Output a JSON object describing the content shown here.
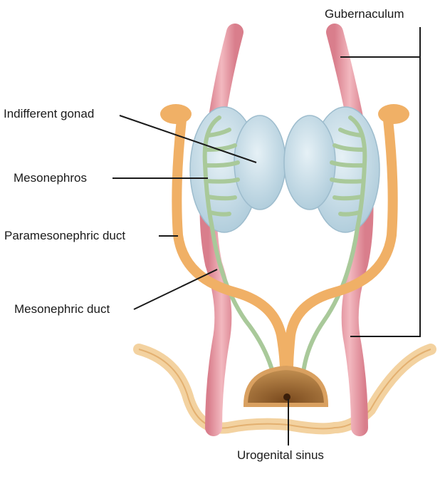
{
  "labels": {
    "gubernaculum": "Gubernaculum",
    "indifferent_gonad": "Indifferent gonad",
    "mesonephros": "Mesonephros",
    "paramesonephric_duct": "Paramesonephric duct",
    "mesonephric_duct": "Mesonephric duct",
    "urogenital_sinus": "Urogenital sinus"
  },
  "colors": {
    "gubernaculum_pink": "#e8a0a8",
    "gonad_blue": "#c6dde8",
    "mesonephros_green": "#a9c99a",
    "paramesonephric_orange": "#f0b066",
    "sinus_brown": "#b07a3e",
    "leader_line": "#1a1a1a"
  }
}
